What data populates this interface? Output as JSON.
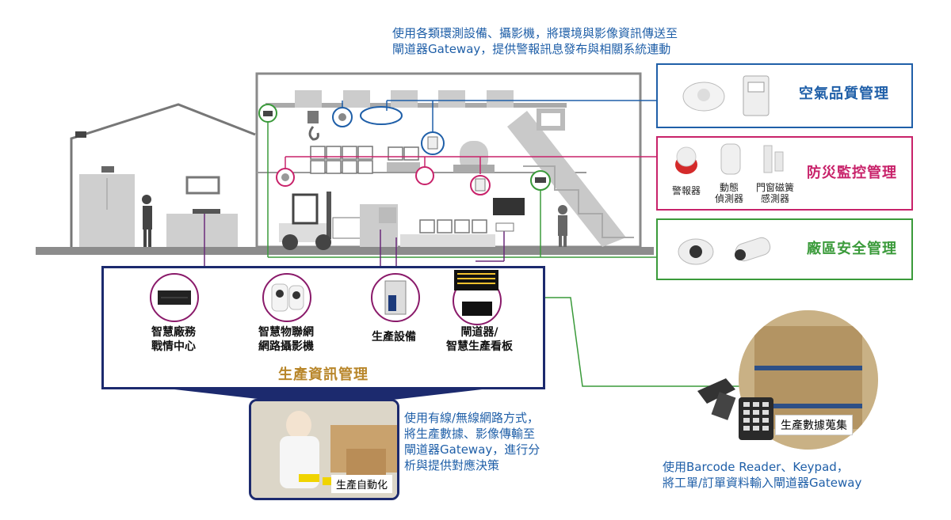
{
  "top_note": {
    "line1": "使用各類環測設備、攝影機，將環境與影像資訊傳送至",
    "line2": "閘道器Gateway，提供警報訊息發布與相關系統連動"
  },
  "panels": {
    "air_quality": {
      "title": "空氣品質管理",
      "color": "#1f5fa8"
    },
    "disaster": {
      "title": "防災監控管理",
      "color": "#c8226a",
      "items": [
        {
          "label_line1": "警報器",
          "label_line2": ""
        },
        {
          "label_line1": "動態",
          "label_line2": "偵測器"
        },
        {
          "label_line1": "門窗磁簧",
          "label_line2": "感測器"
        }
      ]
    },
    "plant_security": {
      "title": "廠區安全管理",
      "color": "#3a9a3a"
    }
  },
  "production_box": {
    "title": "生產資訊管理",
    "devices": [
      {
        "line1": "智慧廠務",
        "line2": "戰情中心"
      },
      {
        "line1": "智慧物聯網",
        "line2": "網路攝影機"
      },
      {
        "line1": "生產設備",
        "line2": ""
      },
      {
        "line1": "閘道器/",
        "line2": "智慧生產看板"
      }
    ]
  },
  "automation": {
    "caption": "生產自動化",
    "note": [
      "使用有線/無線網路方式，",
      "將生產數據、影像傳輸至",
      "閘道器Gateway，進行分",
      "析與提供對應決策"
    ]
  },
  "data_collection": {
    "caption": "生產數據蒐集",
    "note_line1": "使用Barcode Reader、Keypad，",
    "note_line2": "將工單/訂單資料輸入閘道器Gateway"
  },
  "colors": {
    "blue": "#1f5fa8",
    "magenta": "#c8226a",
    "green": "#3a9a3a",
    "navy": "#1c2a6e",
    "purple": "#6a2a7a",
    "gold": "#b8862a"
  }
}
